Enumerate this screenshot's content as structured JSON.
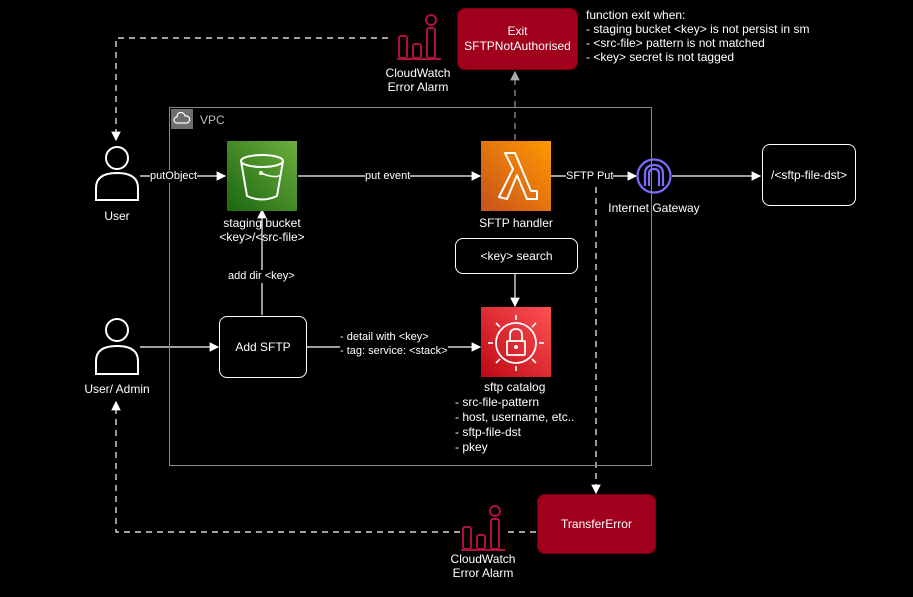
{
  "vpc": {
    "label": "VPC"
  },
  "exit_box": {
    "line1": "Exit",
    "line2": "SFTPNotAuthorised"
  },
  "exit_note": {
    "title": "function exit when:",
    "lines": [
      "- staging bucket <key> is not persist in sm",
      "- <src-file> pattern is not matched",
      "- <key> secret is not tagged"
    ]
  },
  "cloudwatch_top": {
    "line1": "CloudWatch",
    "line2": "Error Alarm"
  },
  "cloudwatch_bottom": {
    "line1": "CloudWatch",
    "line2": "Error Alarm"
  },
  "user": {
    "label": "User"
  },
  "admin": {
    "label": "User/ Admin"
  },
  "staging_bucket": {
    "line1": "staging bucket",
    "line2": "<key>/<src-file>"
  },
  "sftp_handler": {
    "label": "SFTP handler"
  },
  "internet_gateway": {
    "label": "Internet Gateway"
  },
  "sftp_dst": {
    "label": "/<sftp-file-dst>"
  },
  "key_search": {
    "label": "<key> search"
  },
  "add_sftp": {
    "label": "Add SFTP"
  },
  "sftp_catalog": {
    "title": "sftp catalog",
    "items": [
      "- src-file-pattern",
      "- host, username, etc..",
      "- sftp-file-dst",
      "- pkey"
    ]
  },
  "transfer_error": {
    "label": "TransferError"
  },
  "edges": {
    "put_object": "putObject",
    "put_event": "put event",
    "sftp_put": "SFTP Put",
    "add_dir": "add dir <key>",
    "detail_line1": "- detail with <key>",
    "detail_line2": "- tag: service: <stack>"
  }
}
